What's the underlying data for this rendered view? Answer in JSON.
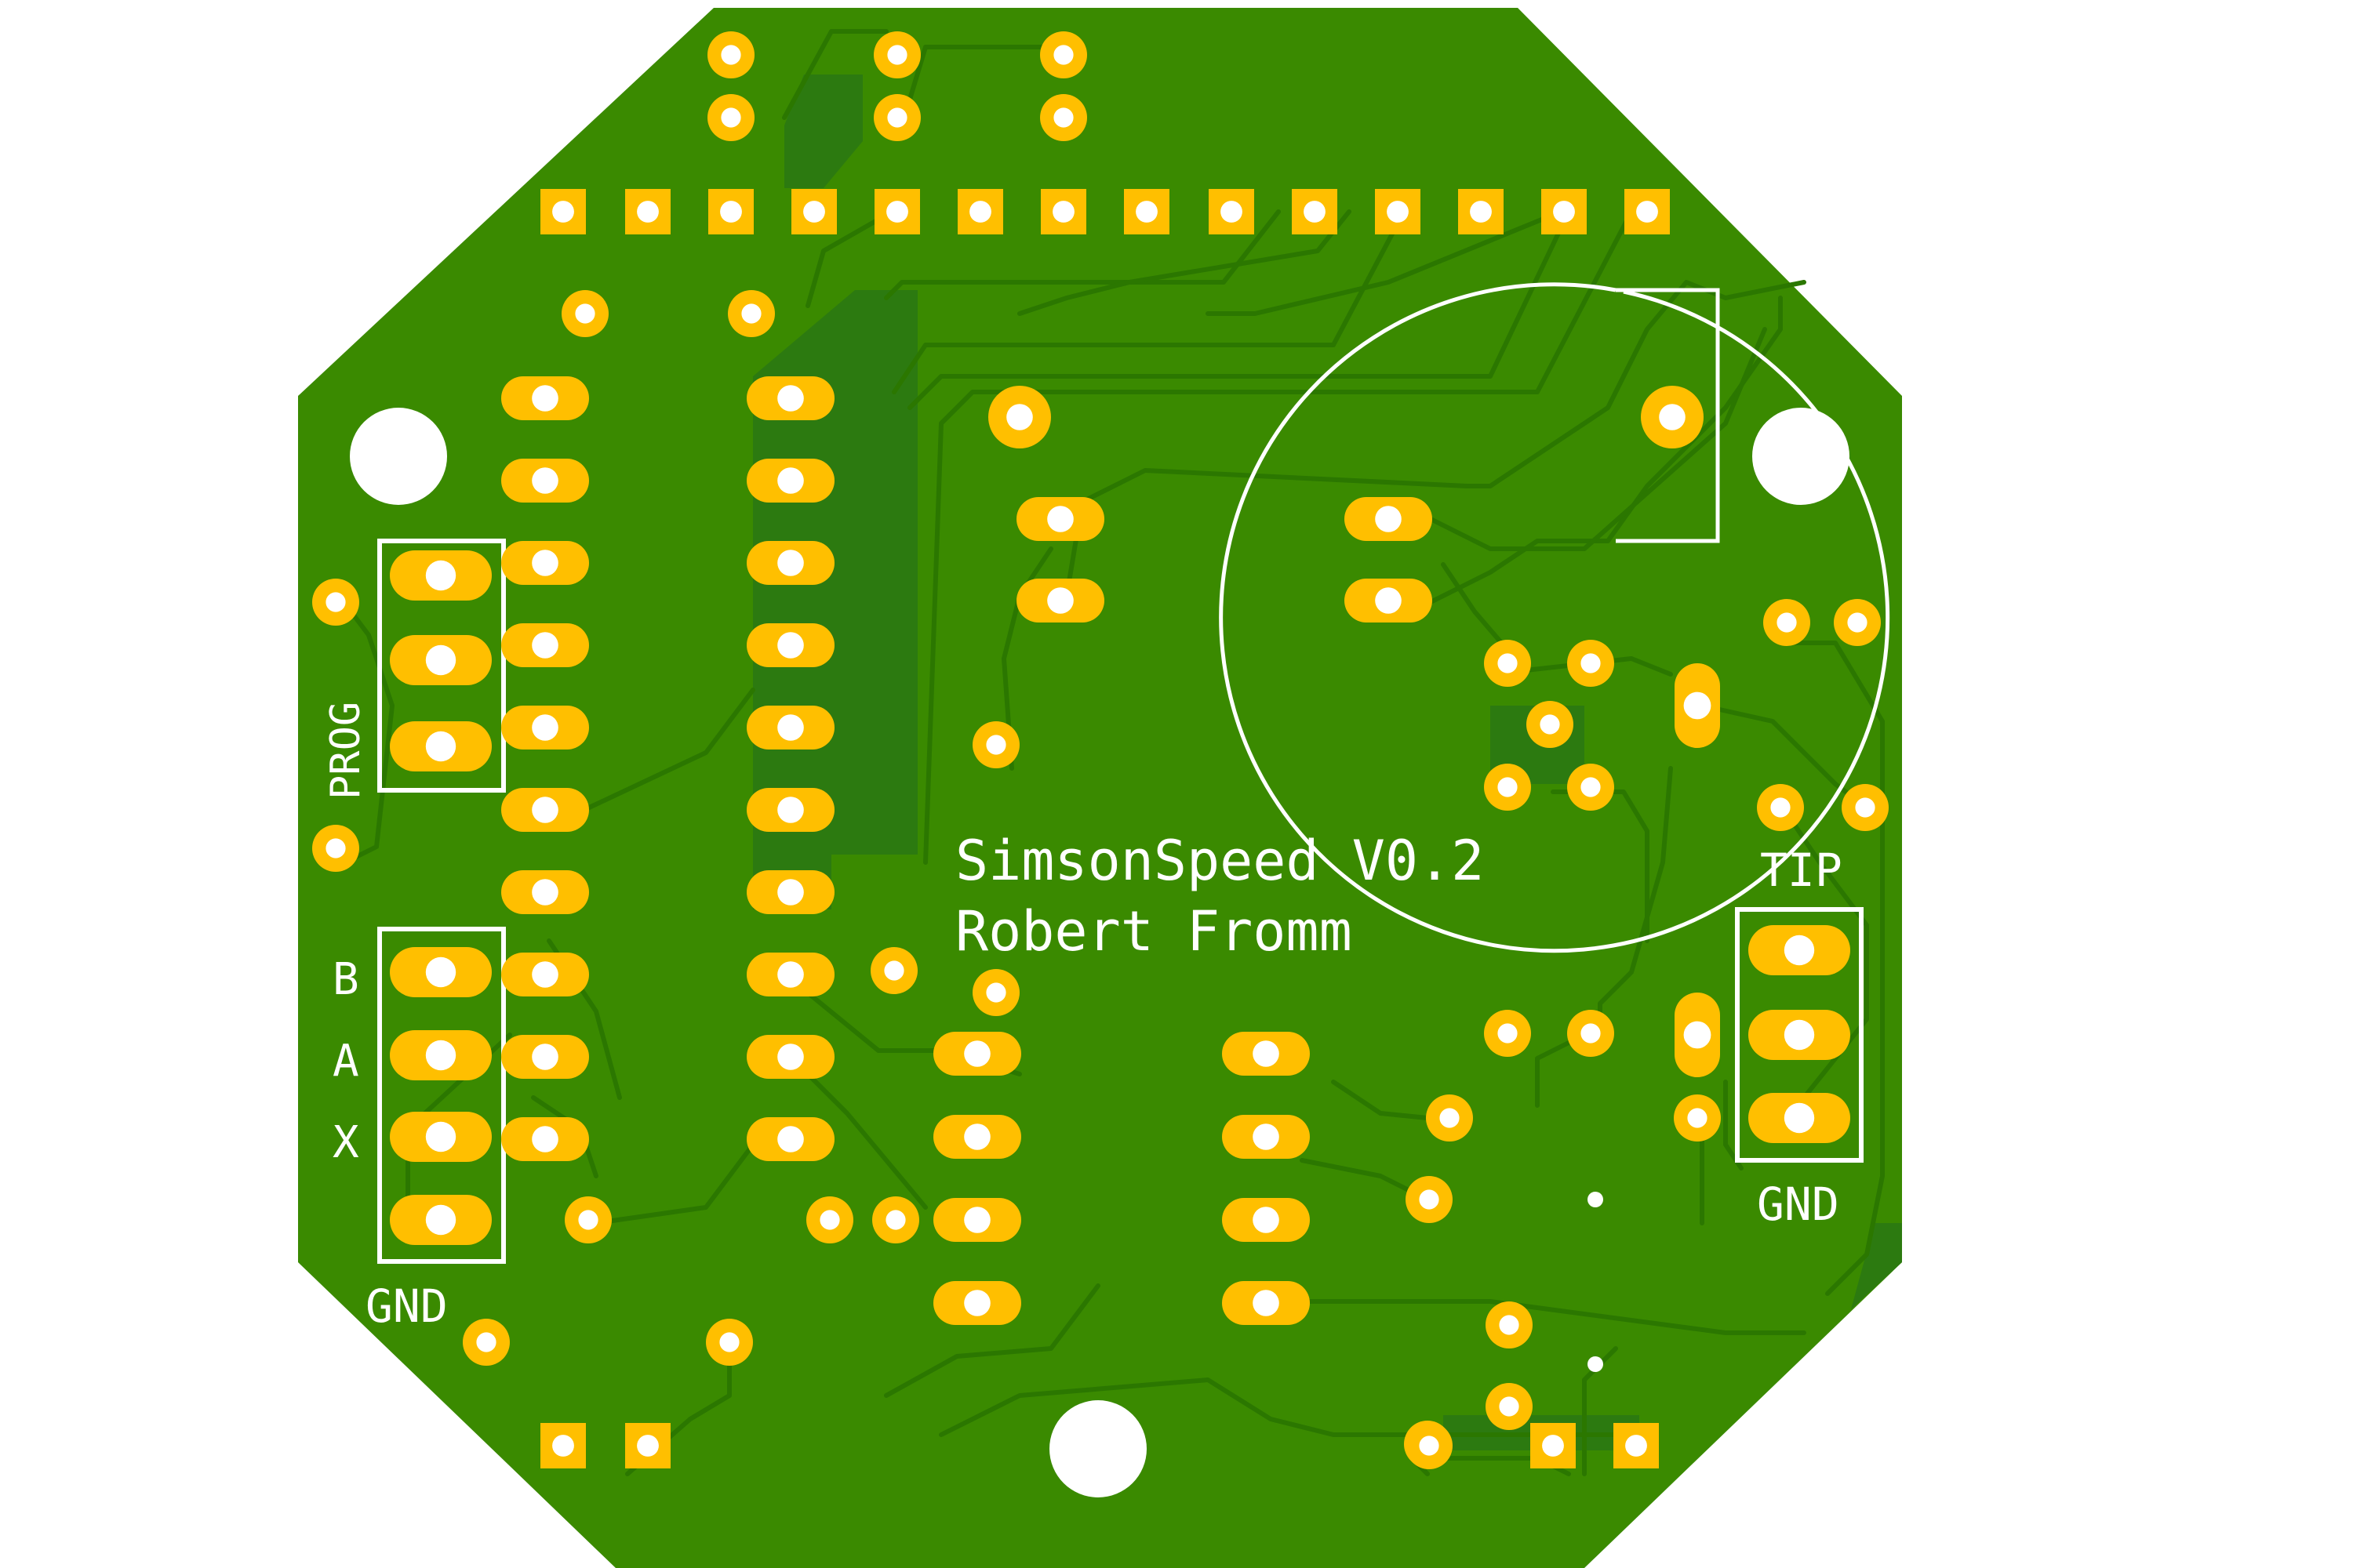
{
  "colors": {
    "board": "#3a8a00",
    "copper_fill": "#2c7a10",
    "trace": "#2b7700",
    "pad": "#ffbf00",
    "silk": "#ffffff",
    "hole": "#ffffff"
  },
  "silkscreen": {
    "title": "SimsonSpeed V0.2",
    "author": "Robert Fromm",
    "prog_label": "PROG",
    "b_label": "B",
    "a_label": "A",
    "x_label": "X",
    "gnd_left_label": "GND",
    "tip_label": "TIP",
    "gnd_right_label": "GND"
  }
}
